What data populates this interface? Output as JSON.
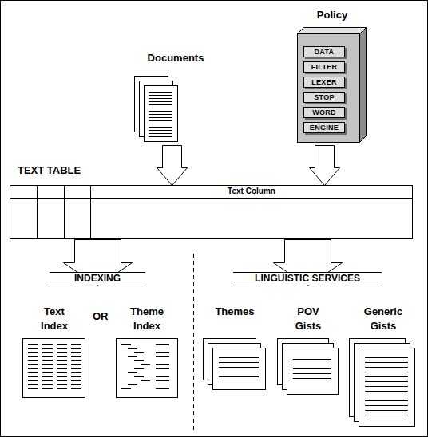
{
  "diagram": {
    "nodes": [
      {
        "text": [
          "Documents"
        ]
      },
      {
        "text": [
          "Policy"
        ]
      },
      {
        "text": [
          "DATA"
        ],
        "in": 1
      },
      {
        "text": [
          "FILTER"
        ],
        "in": 1
      },
      {
        "text": [
          "LEXER"
        ],
        "in": 1
      },
      {
        "text": [
          "STOP"
        ],
        "in": 1
      },
      {
        "text": [
          "WORD"
        ],
        "in": 1
      },
      {
        "text": [
          "ENGINE"
        ],
        "in": 1
      },
      {
        "text": [
          "TEXT TABLE",
          "Text Column"
        ]
      },
      {
        "text": [
          "INDEXING"
        ]
      },
      {
        "text": [
          "LINGUISTIC SERVICES"
        ]
      },
      {
        "text": [
          "Text Index"
        ]
      },
      {
        "text": [
          "Theme Index"
        ]
      },
      {
        "text": [
          "Themes"
        ]
      },
      {
        "text": [
          "POV Gists"
        ]
      },
      {
        "text": [
          "Generic Gists"
        ]
      }
    ],
    "edges": [
      {
        "from": 0,
        "to": 8,
        "arrow": "to"
      },
      {
        "from": 1,
        "to": 8,
        "arrow": "to"
      },
      {
        "from": 8,
        "to": 9,
        "arrow": "to"
      },
      {
        "from": 8,
        "to": 10,
        "arrow": "to"
      }
    ],
    "labels": [
      "OR"
    ]
  }
}
